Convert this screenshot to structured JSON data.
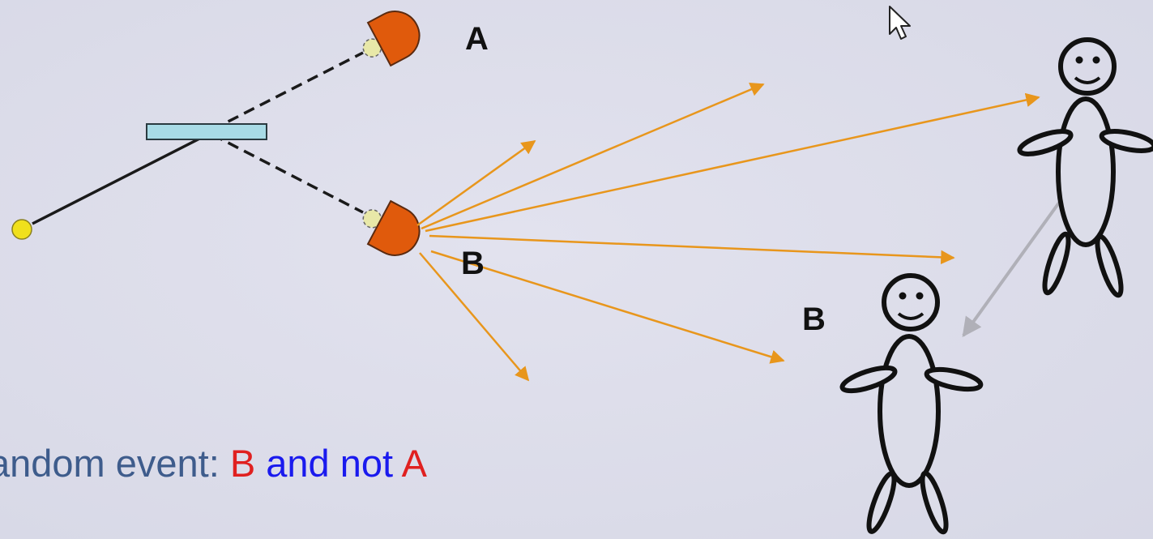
{
  "labels": {
    "detector_a": "A",
    "detector_b": "B",
    "observer_b": "B"
  },
  "caption": {
    "prefix": "andom event: ",
    "b": "B",
    "middle": " and not ",
    "a": "A"
  },
  "colors": {
    "background": "#dcdde9",
    "detector": "#e05a0c",
    "splitter": "#a8dbe6",
    "source": "#f0e01c",
    "rays": "#e8961c",
    "transfer_arrow": "#b0b0b8",
    "caption_text": "#3e5c8c",
    "caption_red": "#e02020",
    "caption_blue": "#1a1aee"
  },
  "icons": {
    "cursor": "mouse-pointer-icon"
  }
}
